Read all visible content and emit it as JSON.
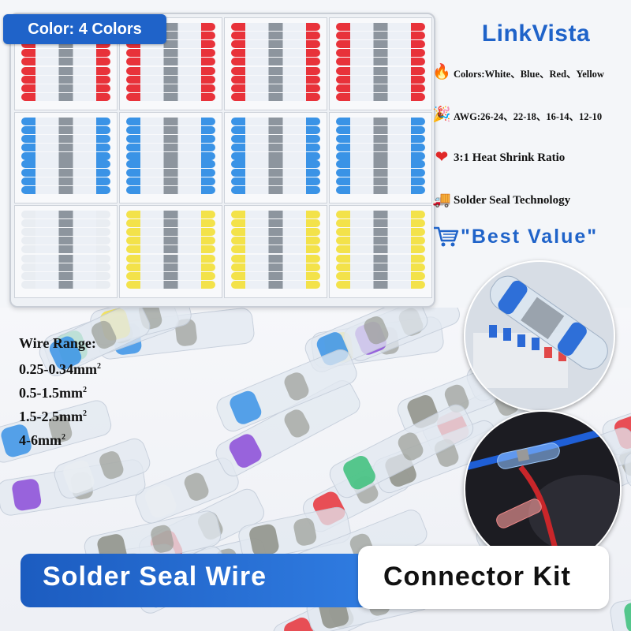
{
  "badge": {
    "text": "Color: 4 Colors"
  },
  "brand": {
    "name": "LinkVista"
  },
  "features": [
    {
      "icon": "fire-icon",
      "text": "Colors:White、Blue、Red、Yellow"
    },
    {
      "icon": "party-popper-icon",
      "text": "AWG:26-24、22-18、16-14、12-10"
    },
    {
      "icon": "heart-icon",
      "text": "3:1 Heat Shrink Ratio"
    },
    {
      "icon": "delivery-truck-icon",
      "text": "Solder Seal Technology"
    }
  ],
  "best_value": {
    "icon": "shopping-cart-icon",
    "text": "\"Best Value\""
  },
  "wire_range": {
    "title": "Wire Range:",
    "items": [
      "0.25-0.34mm",
      "0.5-1.5mm",
      "1.5-2.5mm",
      "4-6mm"
    ],
    "superscript": "2"
  },
  "banner": {
    "left": "Solder Seal Wire",
    "right": "Connector Kit"
  },
  "colors": {
    "brand_blue": "#1f63c9",
    "red": "#e8323a",
    "blue": "#3a93e6",
    "yellow": "#f3e24a",
    "white": "#e9edf2",
    "purple": "#8a4bd8",
    "green": "#3bbf7a"
  }
}
